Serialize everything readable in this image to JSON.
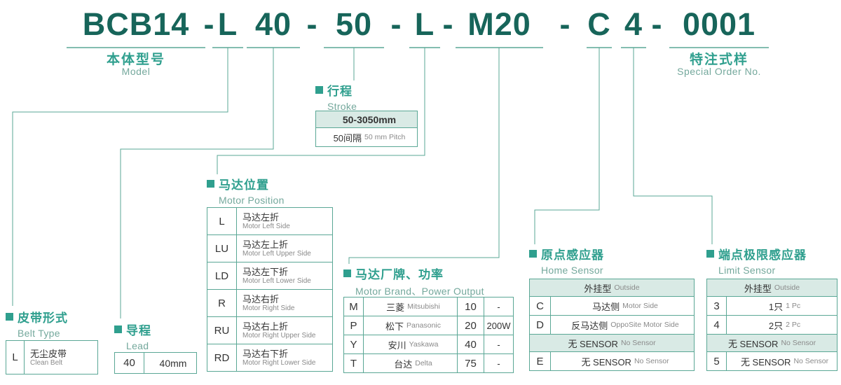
{
  "colors": {
    "accent": "#2f9f8e",
    "code_text": "#17655a",
    "border": "#5aa795",
    "shade": "#d9eae5",
    "subtitle": "#74a89c"
  },
  "model_code": {
    "full_display": "BCB14-L40-50-L-M20-C4-0001",
    "separator": "-",
    "segments": [
      {
        "text": "BCB14"
      },
      {
        "text": "L"
      },
      {
        "text": "40"
      },
      {
        "text": "50"
      },
      {
        "text": "L"
      },
      {
        "text": "M20"
      },
      {
        "text": "C"
      },
      {
        "text": "4"
      },
      {
        "text": "0001"
      }
    ]
  },
  "labels": {
    "model": {
      "zh": "本体型号",
      "en": "Model"
    },
    "special": {
      "zh": "特注式样",
      "en": "Special Order No."
    }
  },
  "stroke": {
    "title_zh": "行程",
    "title_en": "Stroke",
    "range": "50-3050mm",
    "pitch_zh": "50间隔",
    "pitch_en": "50 mm Pitch"
  },
  "motor_position": {
    "title_zh": "马达位置",
    "title_en": "Motor Position",
    "rows": [
      {
        "code": "L",
        "zh": "马达左折",
        "en": "Motor Left Side"
      },
      {
        "code": "LU",
        "zh": "马达左上折",
        "en": "Motor Left Upper Side"
      },
      {
        "code": "LD",
        "zh": "马达左下折",
        "en": "Motor Left Lower Side"
      },
      {
        "code": "R",
        "zh": "马达右折",
        "en": "Motor Right Side"
      },
      {
        "code": "RU",
        "zh": "马达右上折",
        "en": "Motor Right Upper Side"
      },
      {
        "code": "RD",
        "zh": "马达右下折",
        "en": "Motor Right Lower Side"
      }
    ]
  },
  "belt_type": {
    "title_zh": "皮带形式",
    "title_en": "Belt Type",
    "rows": [
      {
        "code": "L",
        "zh": "无尘皮带",
        "en": "Clean Belt"
      }
    ]
  },
  "lead": {
    "title_zh": "导程",
    "title_en": "Lead",
    "rows": [
      {
        "code": "40",
        "value": "40mm"
      }
    ]
  },
  "motor_brand": {
    "title_zh": "马达厂牌、功率",
    "title_en": "Motor Brand、Power Output",
    "rows": [
      {
        "code": "M",
        "zh": "三菱",
        "en": "Mitsubishi",
        "power_code": "10",
        "power": "-"
      },
      {
        "code": "P",
        "zh": "松下",
        "en": "Panasonic",
        "power_code": "20",
        "power": "200W"
      },
      {
        "code": "Y",
        "zh": "安川",
        "en": "Yaskawa",
        "power_code": "40",
        "power": "-"
      },
      {
        "code": "T",
        "zh": "台达",
        "en": "Delta",
        "power_code": "75",
        "power": "-"
      }
    ]
  },
  "home_sensor": {
    "title_zh": "原点感应器",
    "title_en": "Home Sensor",
    "group_zh": "外挂型",
    "group_en": "Outside",
    "rows": [
      {
        "code": "C",
        "zh": "马达侧",
        "en": "Motor Side"
      },
      {
        "code": "D",
        "zh": "反马达侧",
        "en": "OppoSite Motor Side"
      }
    ],
    "no_sensor_zh": "无 SENSOR",
    "no_sensor_en": "No Sensor",
    "no_sensor_rows": [
      {
        "code": "E",
        "zh": "无 SENSOR",
        "en": "No Sensor"
      }
    ]
  },
  "limit_sensor": {
    "title_zh": "端点极限感应器",
    "title_en": "Limit Sensor",
    "group_zh": "外挂型",
    "group_en": "Outside",
    "rows": [
      {
        "code": "3",
        "zh": "1只",
        "en": "1 Pc"
      },
      {
        "code": "4",
        "zh": "2只",
        "en": "2 Pc"
      }
    ],
    "no_sensor_zh": "无 SENSOR",
    "no_sensor_en": "No Sensor",
    "no_sensor_rows": [
      {
        "code": "5",
        "zh": "无 SENSOR",
        "en": "No Sensor"
      }
    ]
  }
}
